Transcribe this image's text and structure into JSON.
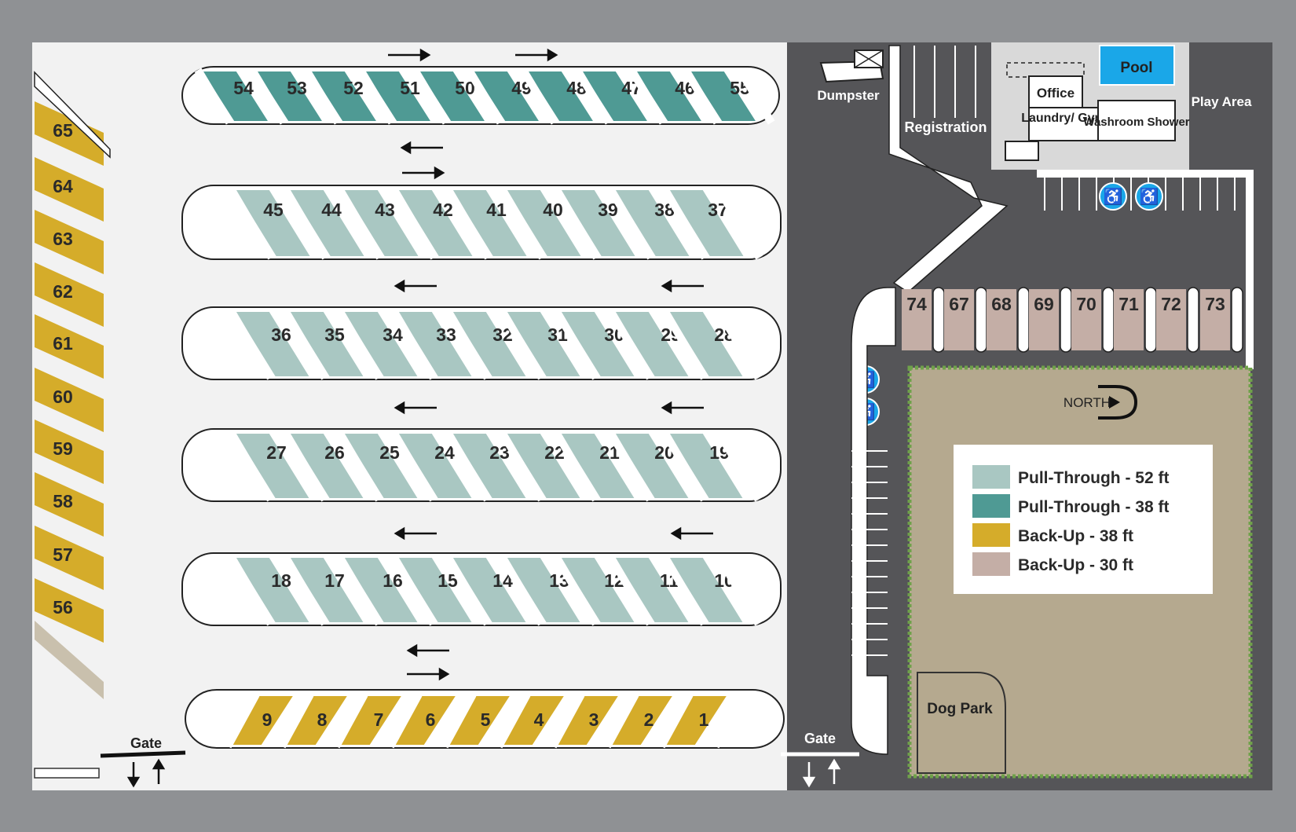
{
  "colors": {
    "pull_through_52": "#a9c7c2",
    "pull_through_38": "#4f9a94",
    "back_up_38": "#d5ac2a",
    "back_up_30": "#c4aea6",
    "pool": "#1aa7e8",
    "road": "#555558",
    "frame": "#8f9194",
    "campground": "#f2f2f2",
    "field": "#b5a98f"
  },
  "legend": [
    {
      "label": "Pull-Through - 52 ft",
      "color": "#a9c7c2"
    },
    {
      "label": "Pull-Through - 38 ft",
      "color": "#4f9a94"
    },
    {
      "label": "Back-Up - 38 ft",
      "color": "#d5ac2a"
    },
    {
      "label": "Back-Up - 30 ft",
      "color": "#c4aea6"
    }
  ],
  "rows": [
    {
      "sites": [
        "54",
        "53",
        "52",
        "51",
        "50",
        "49",
        "48",
        "47",
        "46",
        "55"
      ],
      "type": "pull_through_38"
    },
    {
      "sites": [
        "45",
        "44",
        "43",
        "42",
        "41",
        "40",
        "39",
        "38",
        "37"
      ],
      "type": "pull_through_52"
    },
    {
      "sites": [
        "36",
        "35",
        "34",
        "33",
        "32",
        "31",
        "30",
        "29",
        "28"
      ],
      "type": "pull_through_52"
    },
    {
      "sites": [
        "27",
        "26",
        "25",
        "24",
        "23",
        "22",
        "21",
        "20",
        "19"
      ],
      "type": "pull_through_52"
    },
    {
      "sites": [
        "18",
        "17",
        "16",
        "15",
        "14",
        "13",
        "12",
        "11",
        "10"
      ],
      "type": "pull_through_52"
    },
    {
      "sites": [
        "9",
        "8",
        "7",
        "6",
        "5",
        "4",
        "3",
        "2",
        "1"
      ],
      "type": "back_up_38"
    }
  ],
  "left_column": {
    "sites": [
      "65",
      "64",
      "63",
      "62",
      "61",
      "60",
      "59",
      "58",
      "57",
      "56"
    ],
    "type": "back_up_38"
  },
  "top_right_row": {
    "sites": [
      "74",
      "67",
      "68",
      "69",
      "70",
      "71",
      "72",
      "73"
    ],
    "type": "back_up_30"
  },
  "labels": {
    "dumpster": "Dumpster",
    "registration": "Registration",
    "office": "Office",
    "laundry": "Laundry/ Gym",
    "washroom": "Washroom Shower",
    "pool": "Pool",
    "play_area": "Play Area",
    "north": "NORTH",
    "dog_park": "Dog Park",
    "gate_left": "Gate",
    "gate_right": "Gate"
  },
  "icons": [
    "arrow-icon",
    "wheelchair-icon",
    "dumpster-icon",
    "north-arrow-icon"
  ]
}
